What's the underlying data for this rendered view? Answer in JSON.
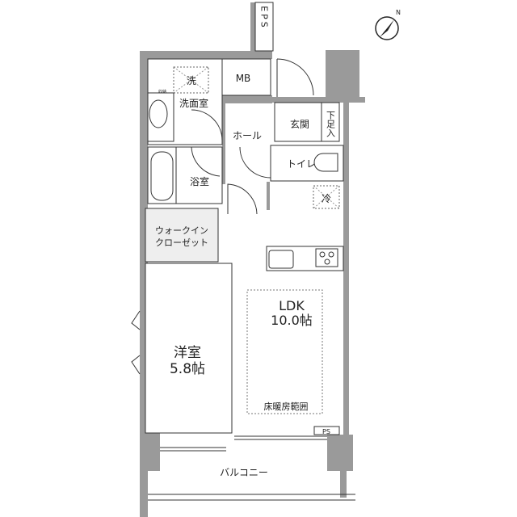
{
  "floorplan": {
    "rooms": {
      "eps": "EPS",
      "mb": "MB",
      "washer": "洗",
      "storage": "収納",
      "washroom": "洗面室",
      "hall": "ホール",
      "entrance": "玄関",
      "shoe_cabinet": "下足入",
      "toilet": "トイレ",
      "fridge": "冷",
      "bathroom": "浴室",
      "walk_in_closet_line1": "ウォークイン",
      "walk_in_closet_line2": "クローゼット",
      "ldk_name": "LDK",
      "ldk_size": "10.0帖",
      "floor_heating": "床暖房範囲",
      "western_room_name": "洋室",
      "western_room_size": "5.8帖",
      "ps": "PS",
      "balcony": "バルコニー"
    },
    "compass": "N",
    "colors": {
      "wall": "#9a9a9a",
      "closet": "#eeeeee",
      "line": "#333333"
    }
  }
}
